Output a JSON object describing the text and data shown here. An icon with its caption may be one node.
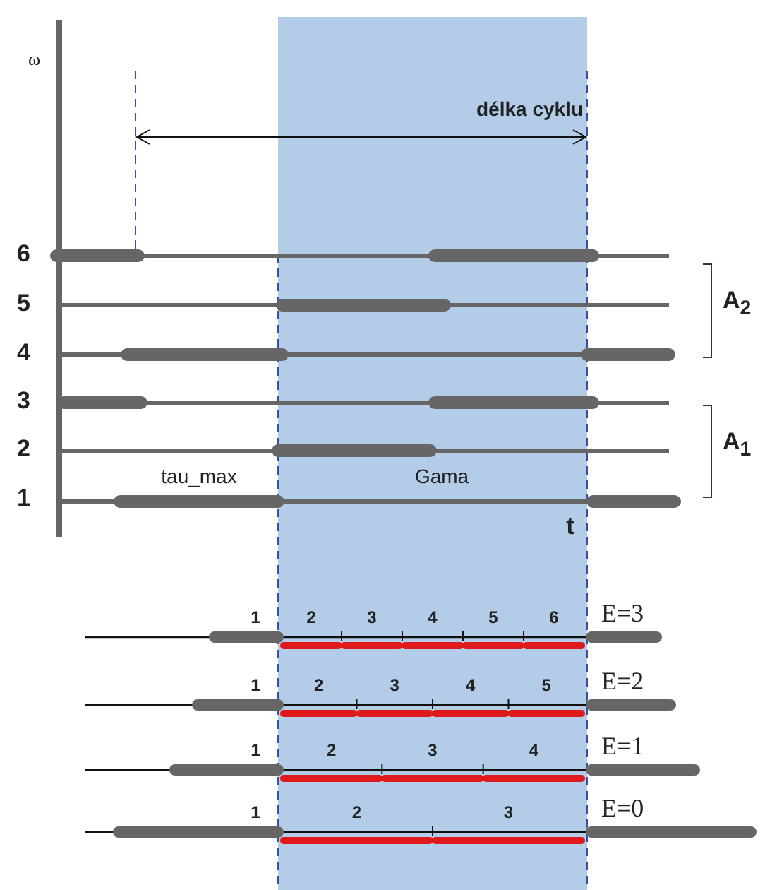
{
  "diagram": {
    "labels": [
      "ω",
      "délka cyklu",
      "6",
      "5",
      "A$_{2}$",
      "4",
      "3",
      "2",
      "A$_{1}$",
      "tau_max",
      "Gama",
      "1",
      "t",
      "1",
      "2",
      "3",
      "4",
      "5",
      "6",
      "E=3",
      "1",
      "2",
      "3",
      "4",
      "5",
      "E=2",
      "1",
      "2",
      "3",
      "4",
      "E=1",
      "1",
      "2",
      "3",
      "E=0"
    ]
  }
}
